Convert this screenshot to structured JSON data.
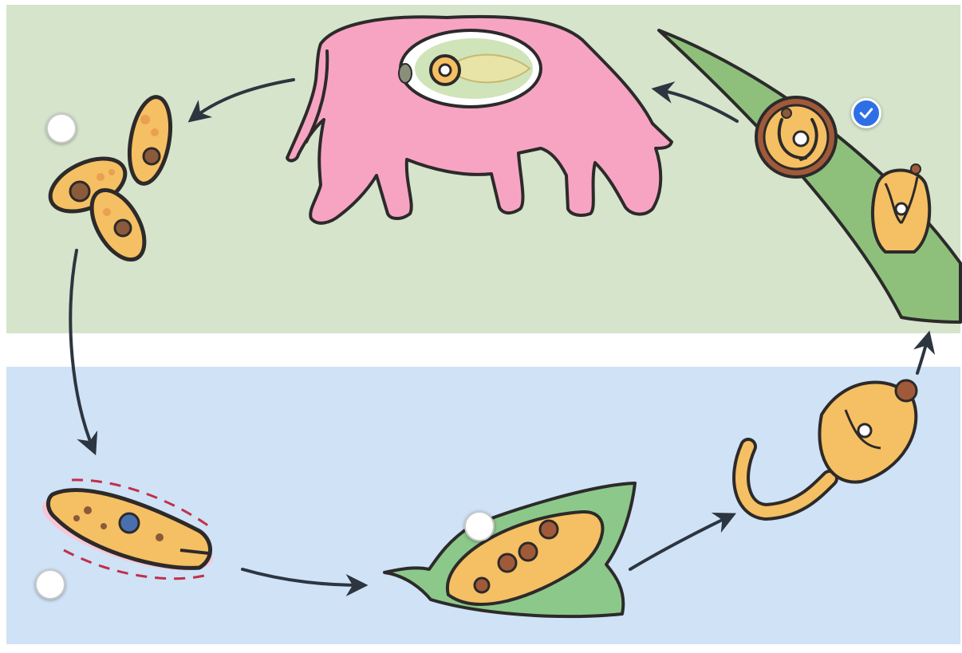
{
  "diagram": {
    "colors": {
      "pasture_background": "#d5e4cb",
      "water_background": "#cfe2f6",
      "divider": "#ffffff",
      "host_cow": "#f7a4c2",
      "snail": "#8cc88a",
      "larva": "#f5bf63",
      "outline": "#2c2a2a",
      "grass": "#8ec07c",
      "selection": "#2f6fe6"
    },
    "stages": [
      {
        "id": "eggs",
        "icon": "fluke-eggs",
        "selected": false
      },
      {
        "id": "miracidium",
        "icon": "miracidium",
        "selected": false
      },
      {
        "id": "snail-host",
        "icon": "snail-with-sporocysts",
        "selected": false
      },
      {
        "id": "metacercaria",
        "icon": "encysted-metacercaria-on-grass",
        "selected": true
      }
    ]
  }
}
